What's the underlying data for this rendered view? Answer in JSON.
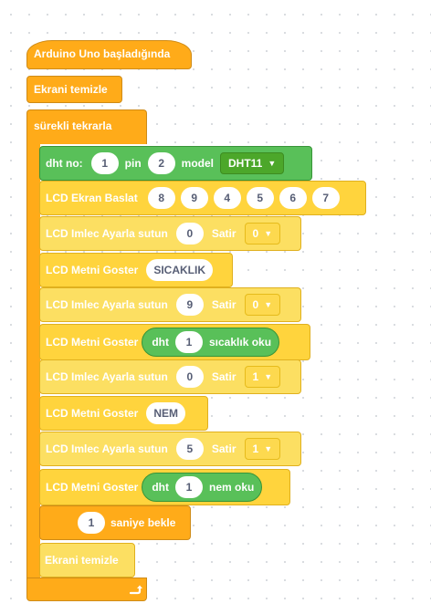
{
  "hat": {
    "label": "Arduino Uno başladığında"
  },
  "clear1": {
    "label": "Ekrani temizle"
  },
  "forever": {
    "label": "sürekli tekrarla"
  },
  "dht": {
    "prefix": "dht no:",
    "no": "1",
    "pin_label": "pin",
    "pin": "2",
    "model_label": "model",
    "model": "DHT11"
  },
  "lcd_init": {
    "label": "LCD Ekran Baslat",
    "pins": [
      "8",
      "9",
      "4",
      "5",
      "6",
      "7"
    ]
  },
  "cursor1": {
    "label": "LCD Imlec Ayarla sutun",
    "col": "0",
    "row_label": "Satir",
    "row": "0"
  },
  "print1": {
    "label": "LCD Metni Goster",
    "text": "SICAKLIK"
  },
  "cursor2": {
    "label": "LCD Imlec Ayarla sutun",
    "col": "9",
    "row_label": "Satir",
    "row": "0"
  },
  "print2": {
    "label": "LCD Metni Goster",
    "reporter": {
      "prefix": "dht",
      "no": "1",
      "suffix": "sıcaklık oku"
    }
  },
  "cursor3": {
    "label": "LCD Imlec Ayarla sutun",
    "col": "0",
    "row_label": "Satir",
    "row": "1"
  },
  "print3": {
    "label": "LCD Metni Goster",
    "text": "NEM"
  },
  "cursor4": {
    "label": "LCD Imlec Ayarla sutun",
    "col": "5",
    "row_label": "Satir",
    "row": "1"
  },
  "print4": {
    "label": "LCD Metni Goster",
    "reporter": {
      "prefix": "dht",
      "no": "1",
      "suffix": "nem oku"
    }
  },
  "wait": {
    "value": "1",
    "label": "saniye bekle"
  },
  "clear2": {
    "label": "Ekrani temizle"
  },
  "colors": {
    "control": "#ffab19",
    "lcd": "#ffd43d",
    "sensor": "#59c059"
  },
  "icons": {
    "loop": "loop-arrow-icon",
    "caret": "caret-down-icon"
  }
}
